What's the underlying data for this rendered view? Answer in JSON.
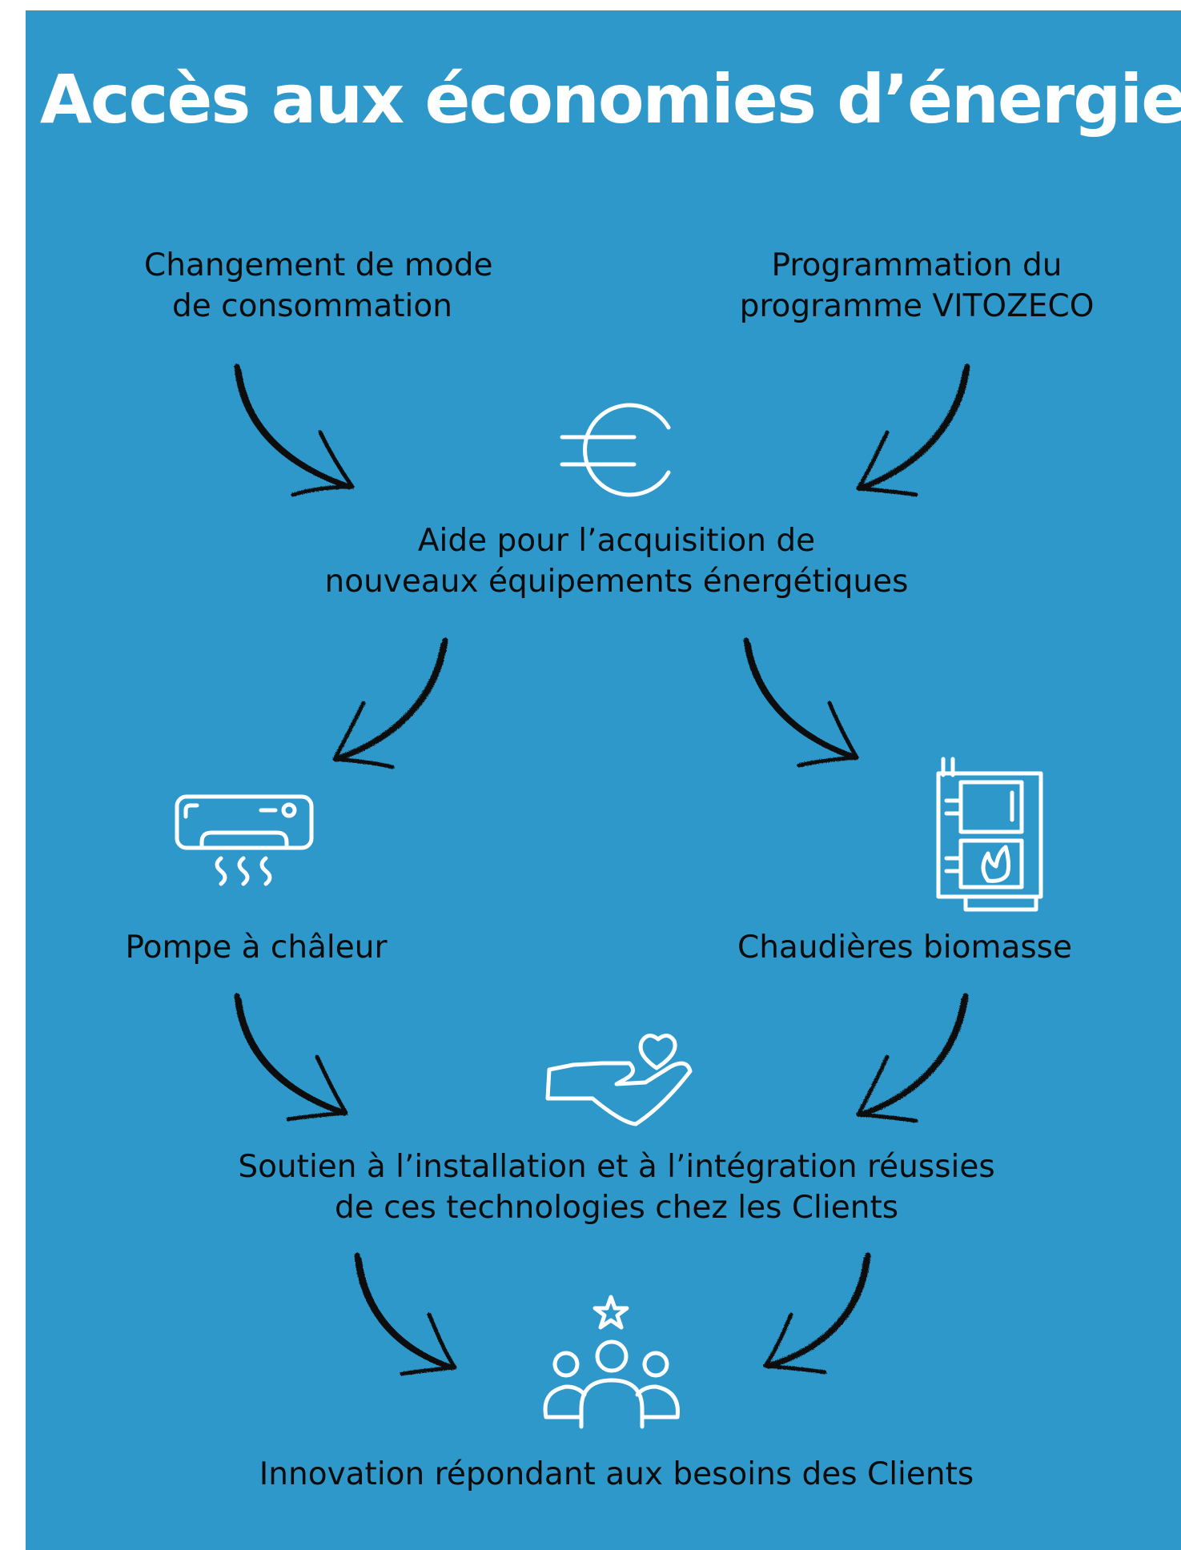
{
  "colors": {
    "background": "#2e98cb",
    "title": "#ffffff",
    "text": "#0b0b0b",
    "arrows": "#111111",
    "icons": "#ffffff"
  },
  "title": "Accès aux économies d’énergie",
  "nodes": {
    "mode_change": {
      "line1": "Changement de mode",
      "line2": "de consommation"
    },
    "vitozeco": {
      "line1": "Programmation du",
      "line2": "programme VITOZECO"
    },
    "aid": {
      "icon": "euro-icon",
      "line1": "Aide pour l’acquisition de",
      "line2": "nouveaux équipements énergétiques"
    },
    "heat_pump": {
      "icon": "air-conditioner-icon",
      "line1": "Pompe à châleur"
    },
    "biomass": {
      "icon": "biomass-boiler-icon",
      "line1": "Chaudières biomasse"
    },
    "support": {
      "icon": "hand-heart-icon",
      "line1": "Soutien à l’installation et à l’intégration réussies",
      "line2": "de ces technologies chez les Clients"
    },
    "innovation": {
      "icon": "people-star-icon",
      "line1": "Innovation répondant aux besoins des Clients"
    }
  }
}
